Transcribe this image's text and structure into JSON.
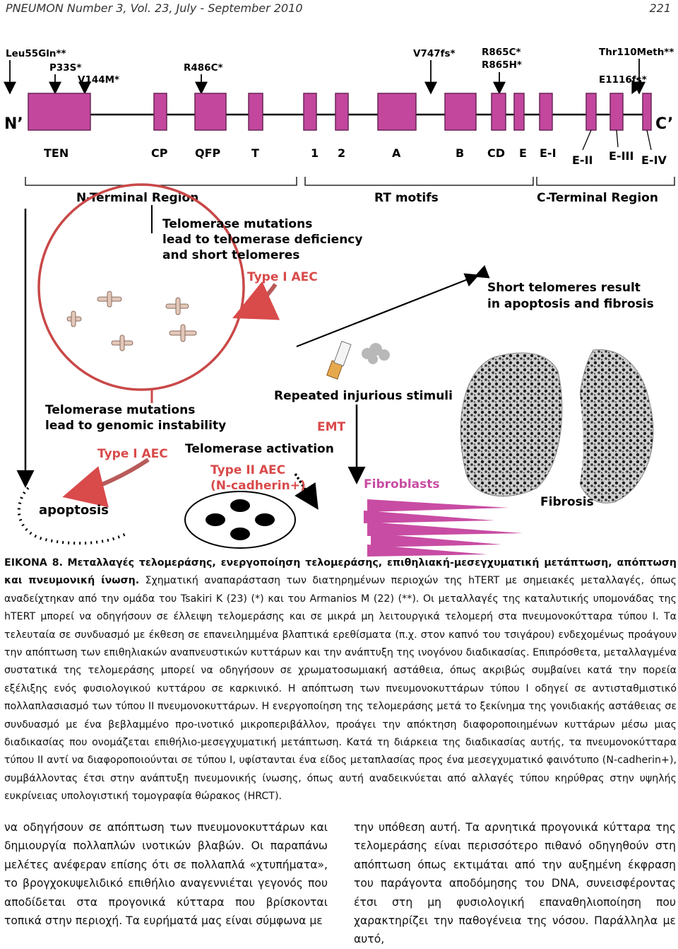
{
  "header": {
    "journal": "PNEUMON Number 3, Vol. 23, July - September 2010",
    "page_number": "221"
  },
  "figure": {
    "mutations": {
      "leu55": "Leu55Gln**",
      "p33s": "P33S*",
      "v144m": "V144M*",
      "r486c": "R486C*",
      "v747fs": "V747fs*",
      "r865c": "R865C*",
      "r865h": "R865H*",
      "thr110": "Thr110Meth**",
      "e1116fs": "E1116fs*"
    },
    "termini": {
      "n": "N’",
      "c": "C’"
    },
    "domains": {
      "ten": "TEN",
      "cp": "CP",
      "qfp": "QFP",
      "t": "T",
      "one": "1",
      "two": "2",
      "a": "A",
      "b": "B",
      "cd": "CD",
      "e": "E",
      "e1": "E-I",
      "e2": "E-II",
      "e3": "E-III",
      "e4": "E-IV"
    },
    "regions": {
      "n_terminal": "N-Terminal Region",
      "rt_motifs": "RT motifs",
      "c_terminal": "C-Terminal Region"
    },
    "labels": {
      "telomerase_def_1": "Telomerase mutations",
      "telomerase_def_2": "lead to telomerase deficiency",
      "telomerase_def_3": "and short telomeres",
      "type1_aec_top": "Type I AEC",
      "short_tel_1": "Short telomeres result",
      "short_tel_2": "in apoptosis and fibrosis",
      "repeated": "Repeated injurious stimuli",
      "emt": "EMT",
      "genomic_1": "Telomerase mutations",
      "genomic_2": "lead to genomic instability",
      "type1_aec_bottom": "Type I AEC",
      "activation": "Telomerase activation",
      "type2_1": "Type II AEC",
      "type2_2": "(N-cadherin+)",
      "fibroblasts": "Fibroblasts",
      "fibrosis": "Fibrosis",
      "apoptosis": "apoptosis"
    },
    "colors": {
      "domain_fill": "#c2479d",
      "domain_stroke": "#6b2557",
      "red_arrow": "#d94a4a",
      "fibroblast": "#c84ca3",
      "type_label": "#d94a4a"
    }
  },
  "caption": {
    "label": "ΕΙΚΟΝΑ 8.",
    "title": "Μεταλλαγές τελομεράσης, ενεργοποίηση τελομεράσης, επιθηλιακή-μεσεγχυματική μετάπτωση, απόπτωση και πνευμονική ίνωση.",
    "body": "Σχηματική αναπαράσταση των διατηρημένων περιοχών της hTERT με σημειακές μεταλλαγές, όπως αναδείχτηκαν από την ομάδα του Tsakiri K (23) (*) και του Armanios M (22) (**). Οι μεταλλαγές της καταλυτικής υπομονάδας της hTERT μπορεί να οδηγήσουν σε έλλειψη τελομεράσης και σε μικρά μη λειτουργικά τελομερή στα πνευμονοκύτταρα τύπου Ι. Τα τελευταία σε συνδυασμό με έκθεση σε επανειλημμένα βλαπτικά ερεθίσματα (π.χ. στον καπνό του τσιγάρου) ενδεχομένως προάγουν την απόπτωση των επιθηλιακών αναπνευστικών κυττάρων και την ανάπτυξη της ινογόνου διαδικασίας. Επιπρόσθετα, μεταλλαγμένα συστατικά της τελομεράσης μπορεί να οδηγήσουν σε χρωματοσωμιακή αστάθεια, όπως ακριβώς συμβαίνει κατά την πορεία εξέλιξης ενός φυσιολογικού κυττάρου σε καρκινικό. Η απόπτωση των πνευμονοκυττάρων τύπου Ι οδηγεί σε αντισταθμιστικό πολλαπλασιασμό των τύπου ΙΙ πνευμονοκυττάρων. Η ενεργοποίηση της τελομεράσης μετά το ξεκίνημα της γονιδιακής αστάθειας σε συνδυασμό με ένα βεβλαμμένο προ-ινοτικό μικροπεριβάλλον, προάγει την απόκτηση διαφοροποιημένων κυττάρων μέσω μιας διαδικασίας που ονομάζεται επιθήλιο-μεσεγχυματική μετάπτωση. Κατά τη διάρκεια της διαδικασίας αυτής, τα πνευμονοκύτταρα τύπου ΙΙ αντί να διαφοροποιούνται σε τύπου Ι, υφίστανται ένα είδος μεταπλασίας προς ένα μεσεγχυματικό φαινότυπο (N-cadherin+), συμβάλλοντας έτσι στην ανάπτυξη πνευμονικής ίνωσης, όπως αυτή αναδεικνύεται από αλλαγές τύπου κηρύθρας στην υψηλής ευκρίνειας υπολογιστική τομογραφία θώρακος (HRCT)."
  },
  "body_text": {
    "left": "να οδηγήσουν σε απόπτωση των πνευμονοκυττάρων και δημιουργία πολλαπλών ινοτικών βλαβών. Οι παραπάνω μελέτες ανέφεραν επίσης ότι σε πολλαπλά «χτυπήματα», το βρογχοκυψελιδικό επιθήλιο αναγεννιέται γεγονός που αποδίδεται στα προγονικά κύτταρα που βρίσκονται τοπικά στην περιοχή. Τα ευρήματά μας είναι σύμφωνα με",
    "right": "την υπόθεση αυτή. Τα αρνητικά προγονικά κύτταρα της τελομεράσης είναι περισσότερο πιθανό οδηγηθούν στη απόπτωση όπως εκτιμάται από την αυξημένη έκφραση του παράγοντα αποδόμησης του DNA, συνεισφέροντας έτσι στη μη φυσιολογική επαναθηλιοποίηση που χαρακτηρίζει την παθογένεια της νόσου. Παράλληλα με αυτό,"
  }
}
